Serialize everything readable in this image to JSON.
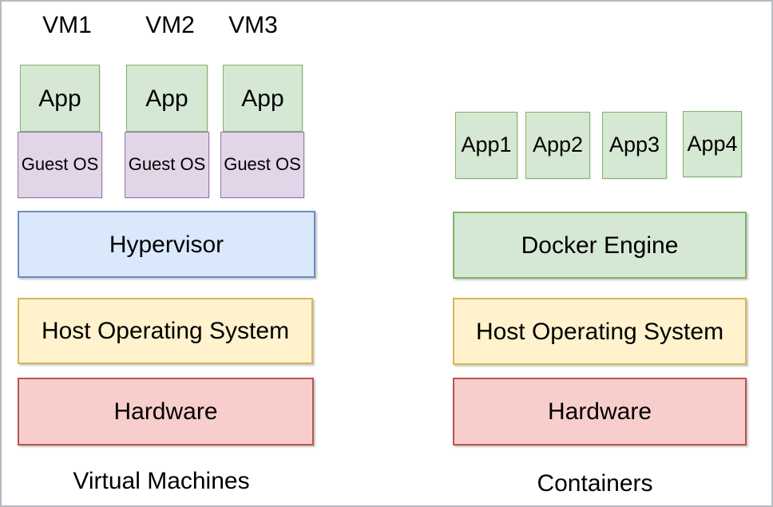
{
  "diagram": {
    "title_semantic": "Virtual Machines vs Containers architecture comparison",
    "colors": {
      "app_green_fill": "#d5e8d4",
      "app_green_border": "#82b366",
      "guest_os_purple_fill": "#e1d5e7",
      "guest_os_purple_border": "#9673a6",
      "hypervisor_blue_fill": "#dae8fc",
      "hypervisor_blue_border": "#6c8ebf",
      "host_os_yellow_fill": "#fff2cc",
      "host_os_yellow_border": "#d6b656",
      "hardware_red_fill": "#f8cecc",
      "hardware_red_border": "#b85450",
      "frame_border": "#b7babd",
      "text": "#000000"
    },
    "left": {
      "vm_labels": [
        "VM1",
        "VM2",
        "VM3"
      ],
      "columns": [
        {
          "app": "App",
          "os": "Guest OS"
        },
        {
          "app": "App",
          "os": "Guest OS"
        },
        {
          "app": "App",
          "os": "Guest OS"
        }
      ],
      "layers": [
        {
          "label": "Hypervisor"
        },
        {
          "label": "Host Operating System"
        },
        {
          "label": "Hardware"
        }
      ],
      "caption": "Virtual Machines"
    },
    "right": {
      "apps": [
        "App1",
        "App2",
        "App3",
        "App4"
      ],
      "layers": [
        {
          "label": "Docker Engine"
        },
        {
          "label": "Host Operating System"
        },
        {
          "label": "Hardware"
        }
      ],
      "caption": "Containers"
    }
  }
}
